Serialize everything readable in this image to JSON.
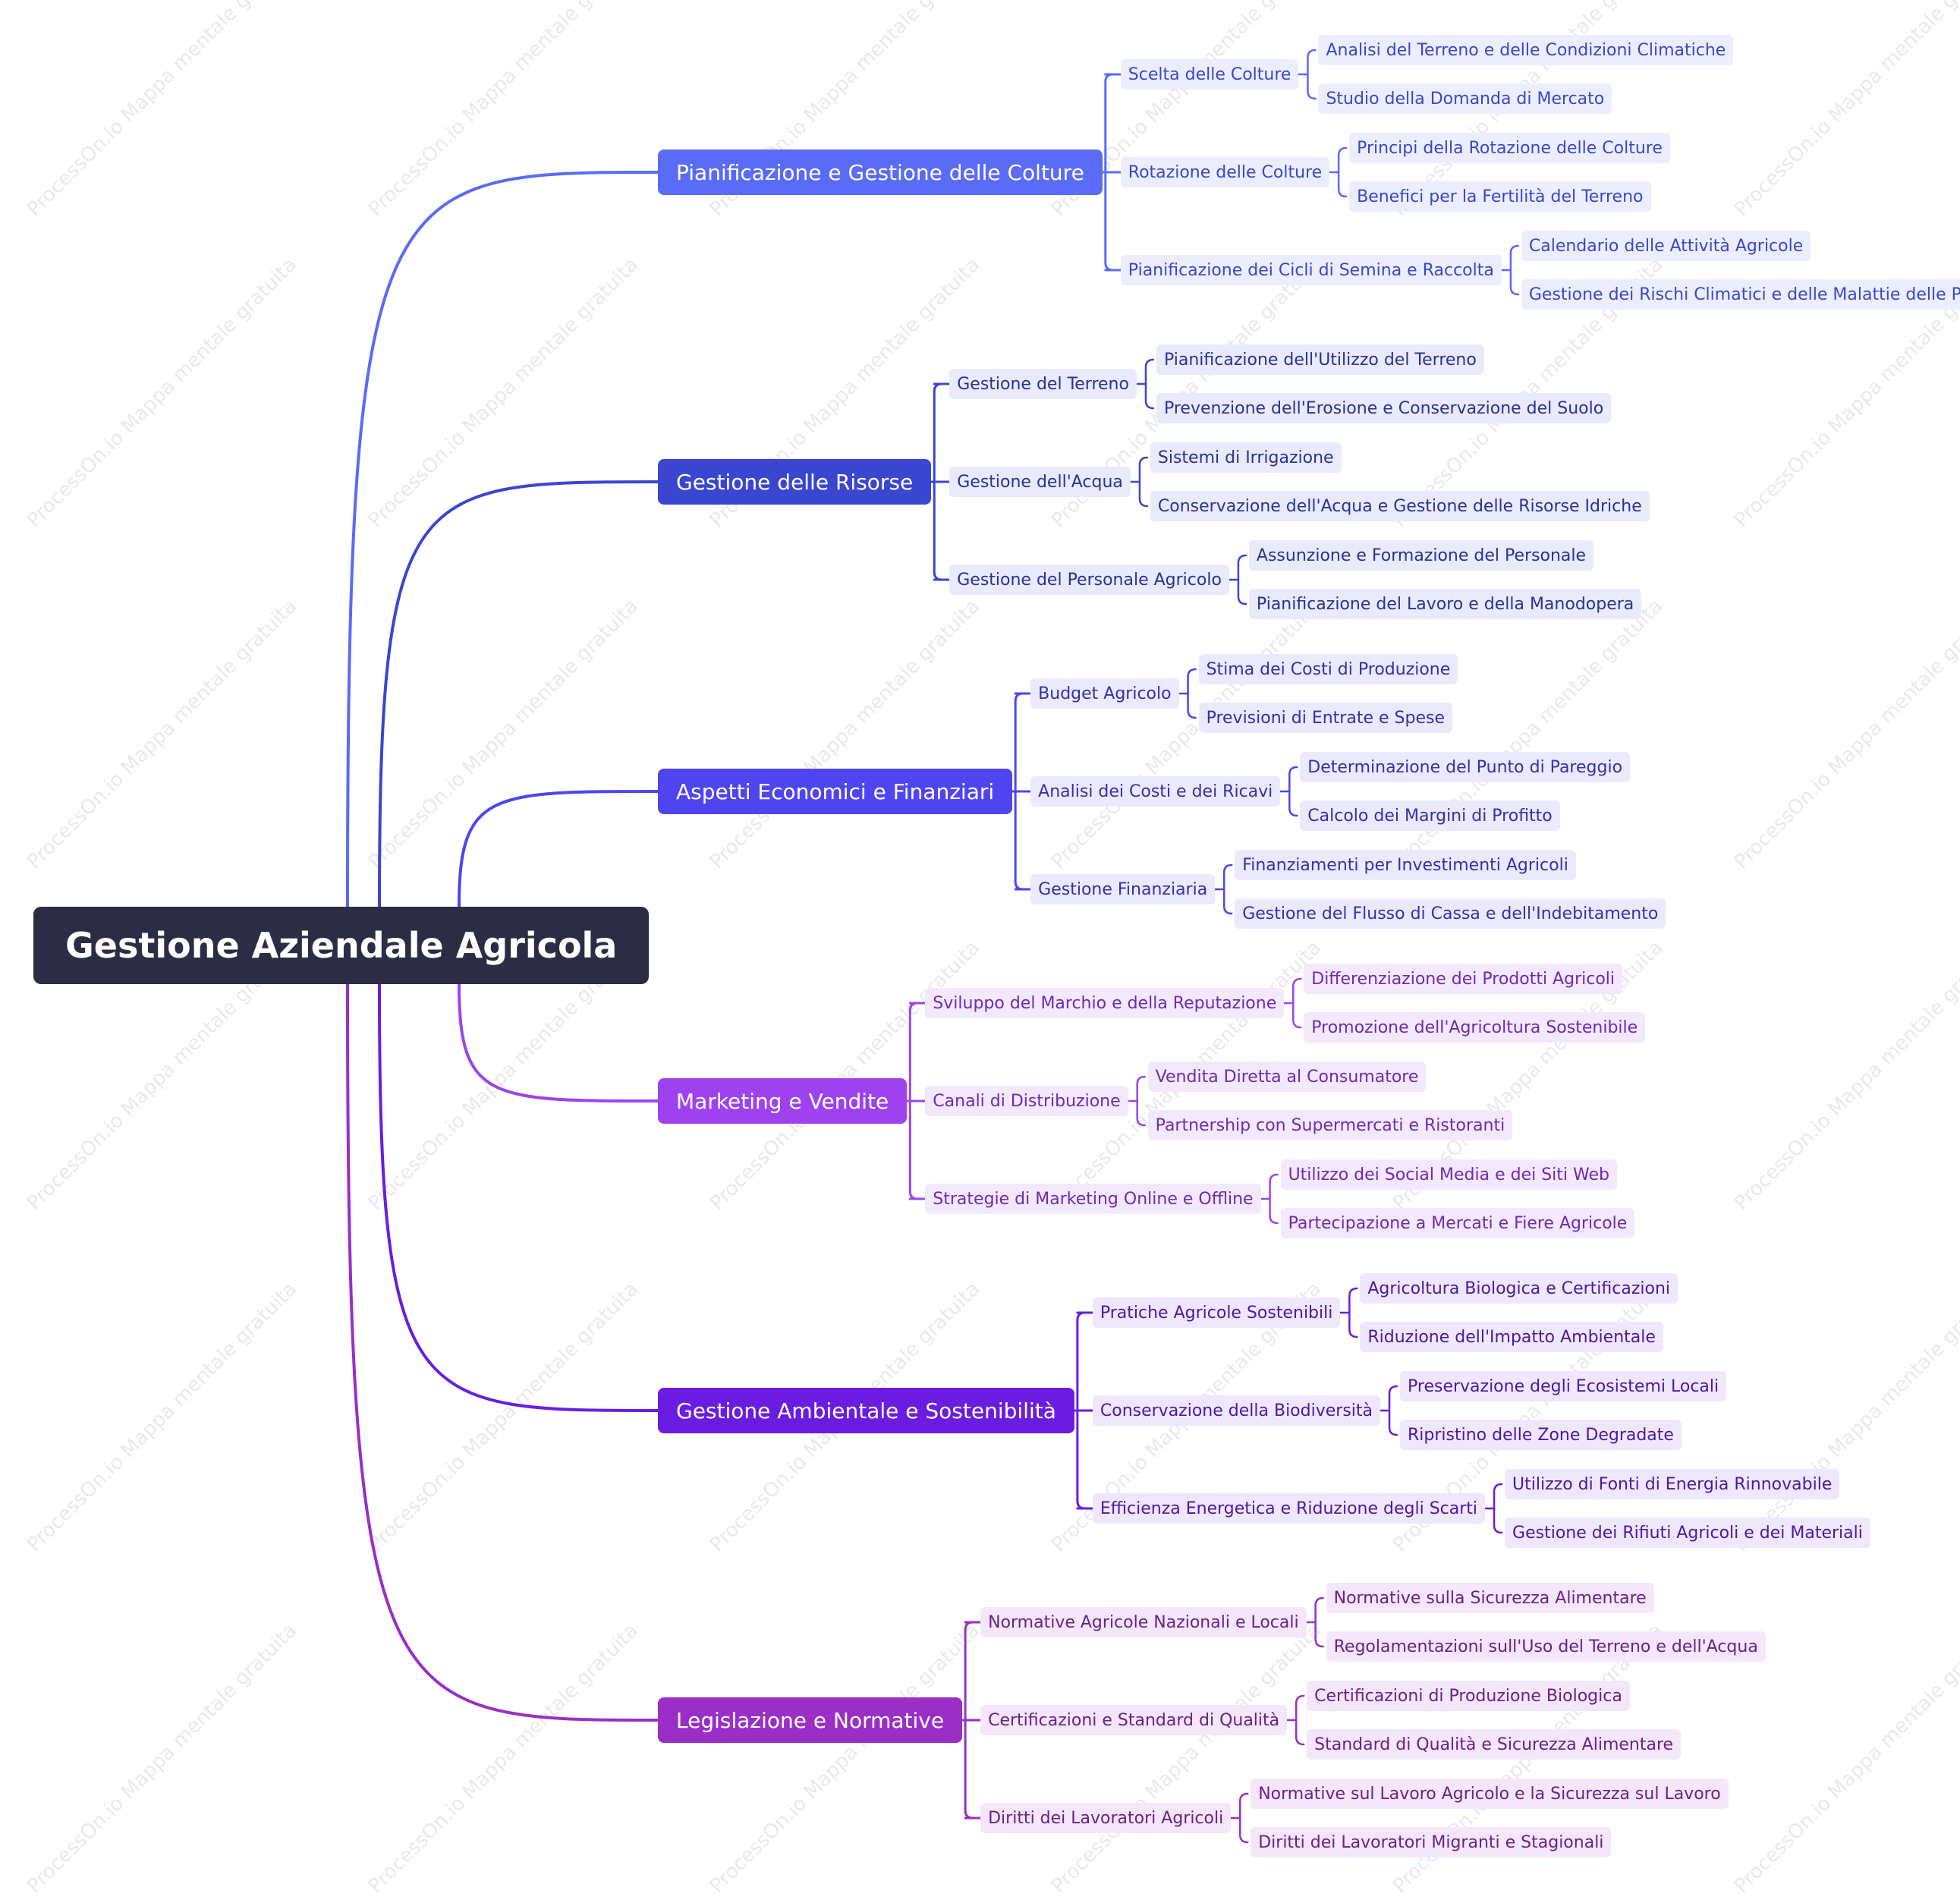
{
  "watermark": "ProcessOn.io Mappa mentale gratuita",
  "root": {
    "label": "Gestione Aziendale Agricola",
    "color": "#2c2c44"
  },
  "branches": [
    {
      "label": "Pianificazione e Gestione delle Colture",
      "color": "#5a6bf7",
      "bg": "#eceefe",
      "text": "#3a48c4",
      "children": [
        {
          "label": "Scelta delle Colture",
          "children": [
            "Analisi del Terreno e delle Condizioni Climatiche",
            "Studio della Domanda di Mercato"
          ]
        },
        {
          "label": "Rotazione delle Colture",
          "children": [
            "Principi della Rotazione delle Colture",
            "Benefici per la Fertilità del Terreno"
          ]
        },
        {
          "label": "Pianificazione dei Cicli di Semina e Raccolta",
          "children": [
            "Calendario delle Attività Agricole",
            "Gestione dei Rischi Climatici e delle Malattie delle Piante"
          ]
        }
      ]
    },
    {
      "label": "Gestione delle Risorse",
      "color": "#3a46cf",
      "bg": "#e9eafa",
      "text": "#2a3392",
      "children": [
        {
          "label": "Gestione del Terreno",
          "children": [
            "Pianificazione dell'Utilizzo del Terreno",
            "Prevenzione dell'Erosione e Conservazione del Suolo"
          ]
        },
        {
          "label": "Gestione dell'Acqua",
          "children": [
            "Sistemi di Irrigazione",
            "Conservazione dell'Acqua e Gestione delle Risorse Idriche"
          ]
        },
        {
          "label": "Gestione del Personale Agricolo",
          "children": [
            "Assunzione e Formazione del Personale",
            "Pianificazione del Lavoro e della Manodopera"
          ]
        }
      ]
    },
    {
      "label": "Aspetti Economici e Finanziari",
      "color": "#4f45f0",
      "bg": "#ebeafd",
      "text": "#3530a8",
      "children": [
        {
          "label": "Budget Agricolo",
          "children": [
            "Stima dei Costi di Produzione",
            "Previsioni di Entrate e Spese"
          ]
        },
        {
          "label": "Analisi dei Costi e dei Ricavi",
          "children": [
            "Determinazione del Punto di Pareggio",
            "Calcolo dei Margini di Profitto"
          ]
        },
        {
          "label": "Gestione Finanziaria",
          "children": [
            "Finanziamenti per Investimenti Agricoli",
            "Gestione del Flusso di Cassa e dell'Indebitamento"
          ]
        }
      ]
    },
    {
      "label": "Marketing e Vendite",
      "color": "#9d42ee",
      "bg": "#f3e9fd",
      "text": "#6f2aae",
      "children": [
        {
          "label": "Sviluppo del Marchio e della Reputazione",
          "children": [
            "Differenziazione dei Prodotti Agricoli",
            "Promozione dell'Agricoltura Sostenibile"
          ]
        },
        {
          "label": "Canali di Distribuzione",
          "children": [
            "Vendita Diretta al Consumatore",
            "Partnership con Supermercati e Ristoranti"
          ]
        },
        {
          "label": "Strategie di Marketing Online e Offline",
          "children": [
            "Utilizzo dei Social Media e dei Siti Web",
            "Partecipazione a Mercati e Fiere Agricole"
          ]
        }
      ]
    },
    {
      "label": "Gestione Ambientale e Sostenibilità",
      "color": "#6a1de0",
      "bg": "#efe7fb",
      "text": "#4a1a9e",
      "children": [
        {
          "label": "Pratiche Agricole Sostenibili",
          "children": [
            "Agricoltura Biologica e Certificazioni",
            "Riduzione dell'Impatto Ambientale"
          ]
        },
        {
          "label": "Conservazione della Biodiversità",
          "children": [
            "Preservazione degli Ecosistemi Locali",
            "Ripristino delle Zone Degradate"
          ]
        },
        {
          "label": "Efficienza Energetica e Riduzione degli Scarti",
          "children": [
            "Utilizzo di Fonti di Energia Rinnovabile",
            "Gestione dei Rifiuti Agricoli e dei Materiali"
          ]
        }
      ]
    },
    {
      "label": "Legislazione e Normative",
      "color": "#9b2ec6",
      "bg": "#f4e7fa",
      "text": "#6a2088",
      "children": [
        {
          "label": "Normative Agricole Nazionali e Locali",
          "children": [
            "Normative sulla Sicurezza Alimentare",
            "Regolamentazioni sull'Uso del Terreno e dell'Acqua"
          ]
        },
        {
          "label": "Certificazioni e Standard di Qualità",
          "children": [
            "Certificazioni di Produzione Biologica",
            "Standard di Qualità e Sicurezza Alimentare"
          ]
        },
        {
          "label": "Diritti dei Lavoratori Agricoli",
          "children": [
            "Normative sul Lavoro Agricolo e la Sicurezza sul Lavoro",
            "Diritti dei Lavoratori Migranti e Stagionali"
          ]
        }
      ]
    }
  ]
}
